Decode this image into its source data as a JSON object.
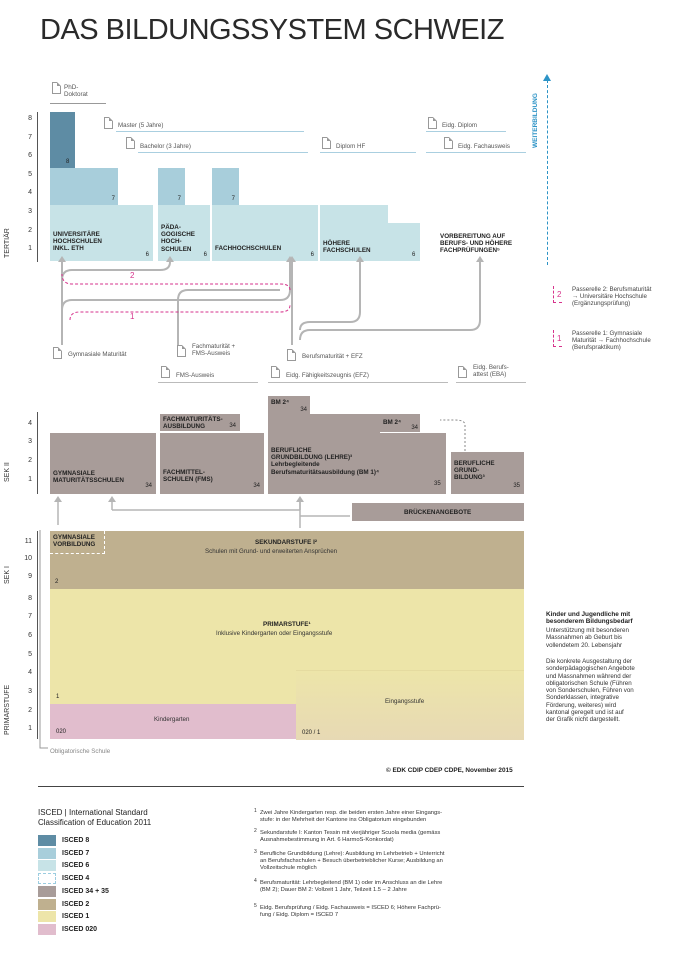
{
  "title": "DAS BILDUNGSSYSTEM SCHWEIZ",
  "weiterbildung": "WEITERBILDUNG",
  "levels": {
    "tertiaer": "TERTIÄR",
    "sek2": "SEK II",
    "sek1": "SEK I",
    "primar": "PRIMARSTUFE"
  },
  "tertiary": {
    "phd": "PhD-\nDoktorat",
    "master": "Master (5 Jahre)",
    "bachelor": "Bachelor (3 Jahre)",
    "diplom_hf": "Diplom HF",
    "eidg_diplom": "Eidg. Diplom",
    "eidg_fachausweis": "Eidg. Fachausweis",
    "uni": "UNIVERSITÄRE\nHOCHSCHULEN\nINKL. ETH",
    "ph": "PÄDA-\nGOGISCHE\nHOCH-\nSCHULEN",
    "fh": "FACHHOCHSCHULEN",
    "hf": "HÖHERE\nFACHSCHULEN",
    "vorb": "VORBEREITUNG AUF\nBERUFS- UND HÖHERE\nFACHPRÜFUNGEN⁵",
    "n8": "8",
    "n7": "7",
    "n6": "6"
  },
  "transitions": {
    "gym_mat": "Gymnasiale Maturität",
    "fach_mat": "Fachmaturität +\nFMS-Ausweis",
    "beruf_mat": "Berufsmaturität + EFZ",
    "fms_ausweis": "FMS-Ausweis",
    "efz": "Eidg. Fähigkeitszeugnis (EFZ)",
    "eba": "Eidg. Berufs-\nattest (EBA)",
    "p1": "1",
    "p2": "2"
  },
  "passerelle": {
    "p2_text": "Passerelle 2: Berufsmaturität\n→ Universitäre Hochschule\n(Ergänzungsprüfung)",
    "p1_text": "Passerelle 1: Gymnasiale\nMaturität → Fachhochschule\n(Berufspraktikum)"
  },
  "sek2": {
    "gym": "GYMNASIALE\nMATURITÄTSSCHULEN",
    "fachmat": "FACHMATURITÄTS-\nAUSBILDUNG",
    "fms": "FACHMITTEL-\nSCHULEN (FMS)",
    "bm2": "BM 2⁴",
    "bm2b": "BM 2⁴",
    "bg": "BERUFLICHE\nGRUNDBILDUNG (LEHRE)³\nLehrbegleitende\nBerufsmaturitätsausbildung (BM 1)⁴",
    "bg2": "BERUFLICHE\nGRUND-\nBILDUNG³",
    "bruecke": "BRÜCKENANGEBOTE",
    "n34": "34",
    "n35": "35"
  },
  "sek1": {
    "gym_vorb": "GYMNASIALE\nVORBILDUNG",
    "label": "SEKUNDARSTUFE I²",
    "sub": "Schulen mit Grund- und erweiterten Ansprüchen",
    "n2": "2"
  },
  "primar": {
    "label": "PRIMARSTUFE¹",
    "sub": "Inklusive Kindergarten oder Eingangsstufe",
    "kindergarten": "Kindergarten",
    "eingangsstufe": "Eingangsstufe",
    "n1": "1",
    "n020": "020",
    "n0201": "020 / 1",
    "obligatorisch": "Obligatorische Schule"
  },
  "side_note": {
    "title": "Kinder und Jugendliche mit\nbesonderem Bildungsbedarf",
    "p1": "Unterstützung mit besonderen\nMassnahmen ab Geburt bis\nvollendetem 20. Lebensjahr",
    "p2": "Die konkrete Ausgestaltung der\nsonderpädagogischen Angebote\nund Massnahmen während der\nobligatorischen Schule (Führen\nvon Sonderschulen, Führen von\nSonderklassen, integrative\nFörderung, weiteres) wird\nkantonal geregelt und ist auf\nder Grafik nicht dargestellt."
  },
  "copyright": "© EDK CDIP CDEP CDPE, November 2015",
  "legend": {
    "heading": "ISCED | International Standard\nClassification of Education 2011",
    "items": [
      {
        "label": "ISCED 8",
        "color": "#5e8ca4"
      },
      {
        "label": "ISCED 7",
        "color": "#a8cedb"
      },
      {
        "label": "ISCED 6",
        "color": "#c7e3e7"
      },
      {
        "label": "ISCED 4",
        "color": "#ffffff"
      },
      {
        "label": "ISCED 34 + 35",
        "color": "#a89c99"
      },
      {
        "label": "ISCED 2",
        "color": "#bfb08f"
      },
      {
        "label": "ISCED 1",
        "color": "#ede5a9"
      },
      {
        "label": "ISCED 020",
        "color": "#e1bdcd"
      }
    ]
  },
  "footnotes": [
    {
      "n": "1",
      "text": "Zwei Jahre Kindergarten resp. die beiden ersten Jahre einer Eingangs-\nstufe: in der Mehrheit der Kantone ins Obligatorium eingebunden"
    },
    {
      "n": "2",
      "text": "Sekundarstufe I: Kanton Tessin mit vierjähriger Scuola media (gemäss\nAusnahmebestimmung in Art. 6 HarmoS-Konkordat)"
    },
    {
      "n": "3",
      "text": "Berufliche Grundbildung (Lehre): Ausbildung im Lehrbetrieb + Unterricht\nan Berufsfachschulen + Besuch überbetrieblicher Kurse; Ausbildung an\nVollzeitschule möglich"
    },
    {
      "n": "4",
      "text": "Berufsmaturität: Lehrbegleitend (BM 1) oder im Anschluss an die Lehre\n(BM 2); Dauer BM 2: Vollzeit 1 Jahr, Teilzeit 1.5 – 2 Jahre"
    },
    {
      "n": "5",
      "text": "Eidg. Berufsprüfung / Eidg. Fachausweis = ISCED 6; Höhere Fachprü-\nfung / Eidg. Diplom = ISCED 7"
    }
  ]
}
